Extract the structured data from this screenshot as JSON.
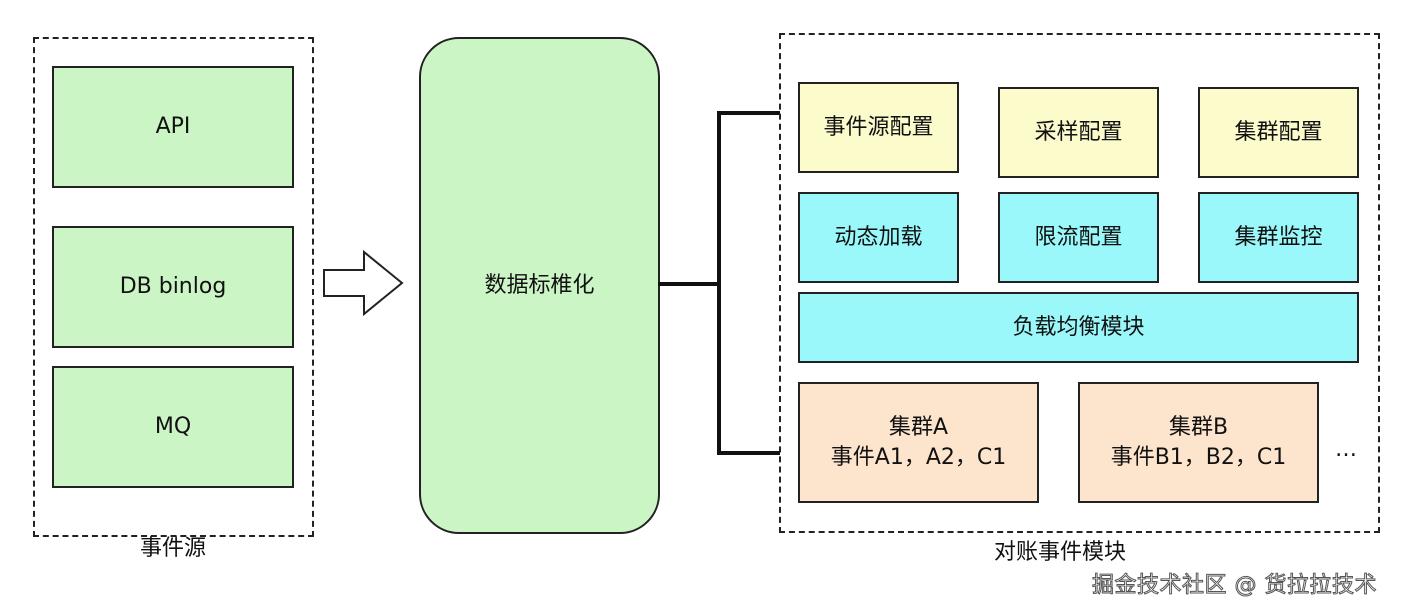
{
  "event_source": {
    "caption": "事件源",
    "items": [
      "API",
      "DB binlog",
      "MQ"
    ]
  },
  "standardize": {
    "label": "数据标椎化"
  },
  "reconcile": {
    "caption": "对账事件模块",
    "config_row": [
      "事件源配置",
      "采样配置",
      "集群配置"
    ],
    "ops_row": [
      "动态加载",
      "限流配置",
      "集群监控"
    ],
    "load_balance": "负载均衡模块",
    "clusters": [
      {
        "name": "集群A",
        "events": "事件A1，A2，C1"
      },
      {
        "name": "集群B",
        "events": "事件B1，B2，C1"
      }
    ],
    "more": "…"
  },
  "watermark": "掘金技术社区 @ 货拉拉技术",
  "colors": {
    "green": "#ccf5c6",
    "yellow": "#fbfbcc",
    "cyan": "#9af8fa",
    "peach": "#fde4cc"
  }
}
